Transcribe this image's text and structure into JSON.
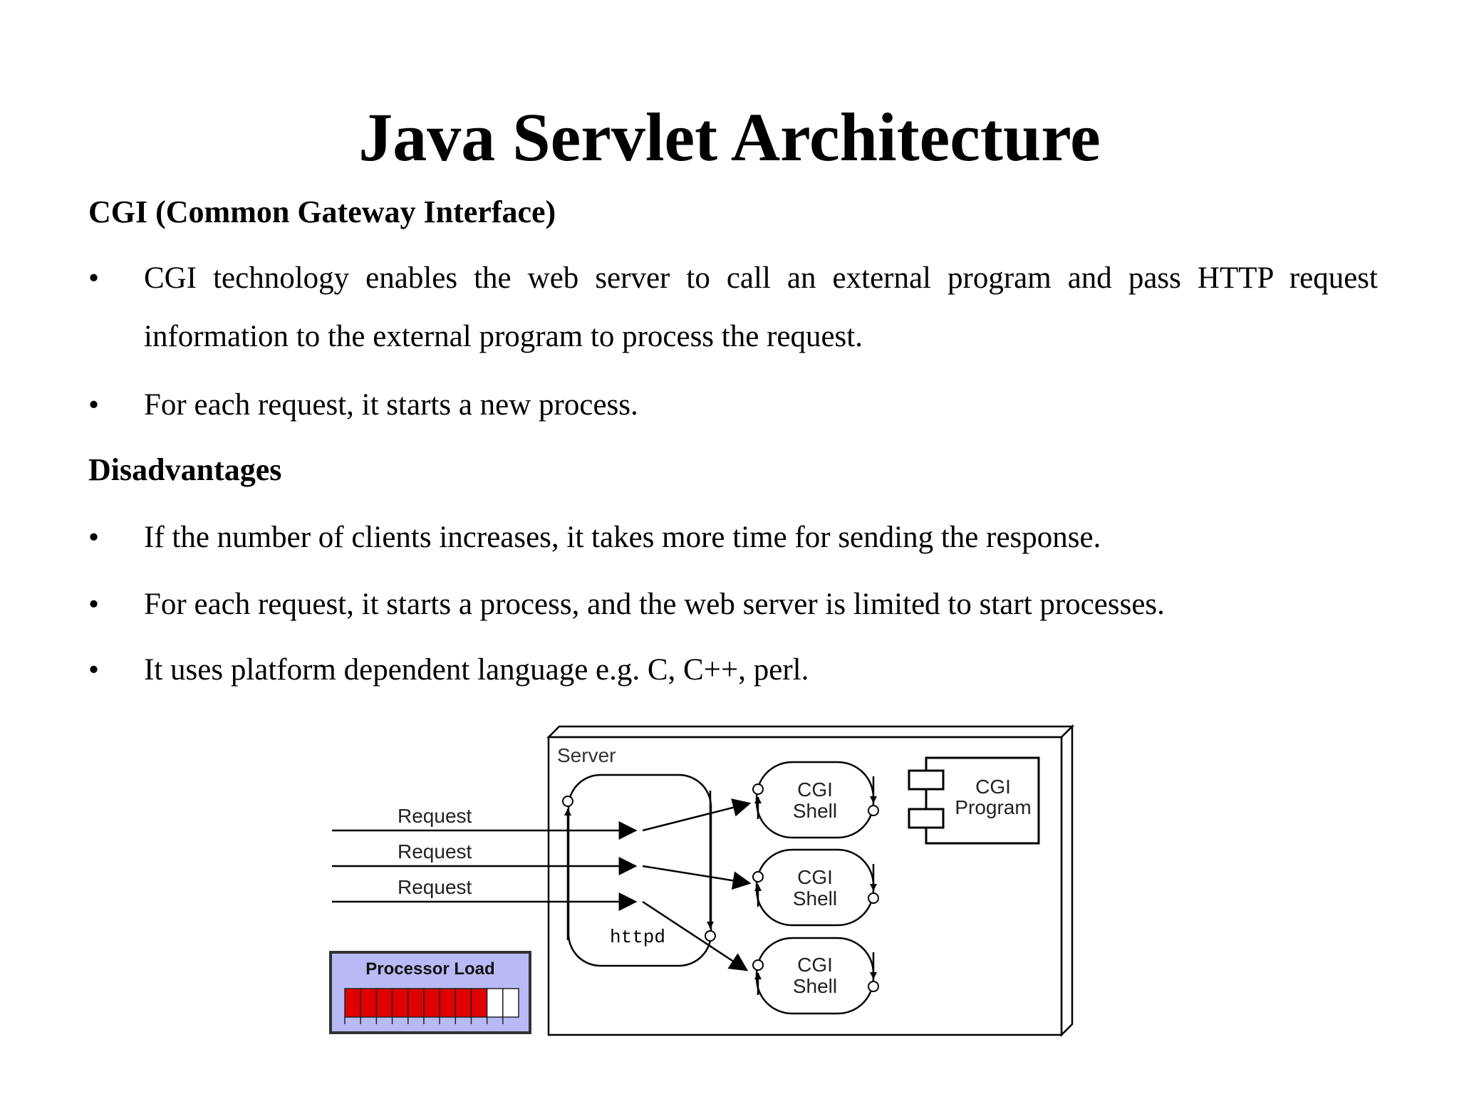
{
  "title": "Java Servlet Architecture",
  "cgi_section": {
    "heading": "CGI (Common Gateway Interface)",
    "bullets": [
      "CGI technology enables the web server to call an external program and pass HTTP request information to the external program to process the request.",
      "For each request, it starts a new process."
    ]
  },
  "disadvantages_section": {
    "heading": "Disadvantages",
    "bullets": [
      "If the number of clients increases, it takes more time for sending the response.",
      "For each request, it starts a process, and the web server is limited to start processes.",
      "It uses platform dependent language e.g. C, C++, perl."
    ]
  },
  "bullet_symbol": "•",
  "diagram": {
    "server_label": "Server",
    "request_labels": [
      "Request",
      "Request",
      "Request"
    ],
    "httpd_label": "httpd",
    "cgi_shell_labels": [
      {
        "line1": "CGI",
        "line2": "Shell"
      },
      {
        "line1": "CGI",
        "line2": "Shell"
      },
      {
        "line1": "CGI",
        "line2": "Shell"
      }
    ],
    "cgi_program": {
      "line1": "CGI",
      "line2": "Program"
    },
    "processor_load": {
      "label": "Processor Load",
      "filled_segments": 9,
      "total_segments": 11,
      "fill_color": "#e00000",
      "panel_color": "#b9b9f5"
    }
  }
}
